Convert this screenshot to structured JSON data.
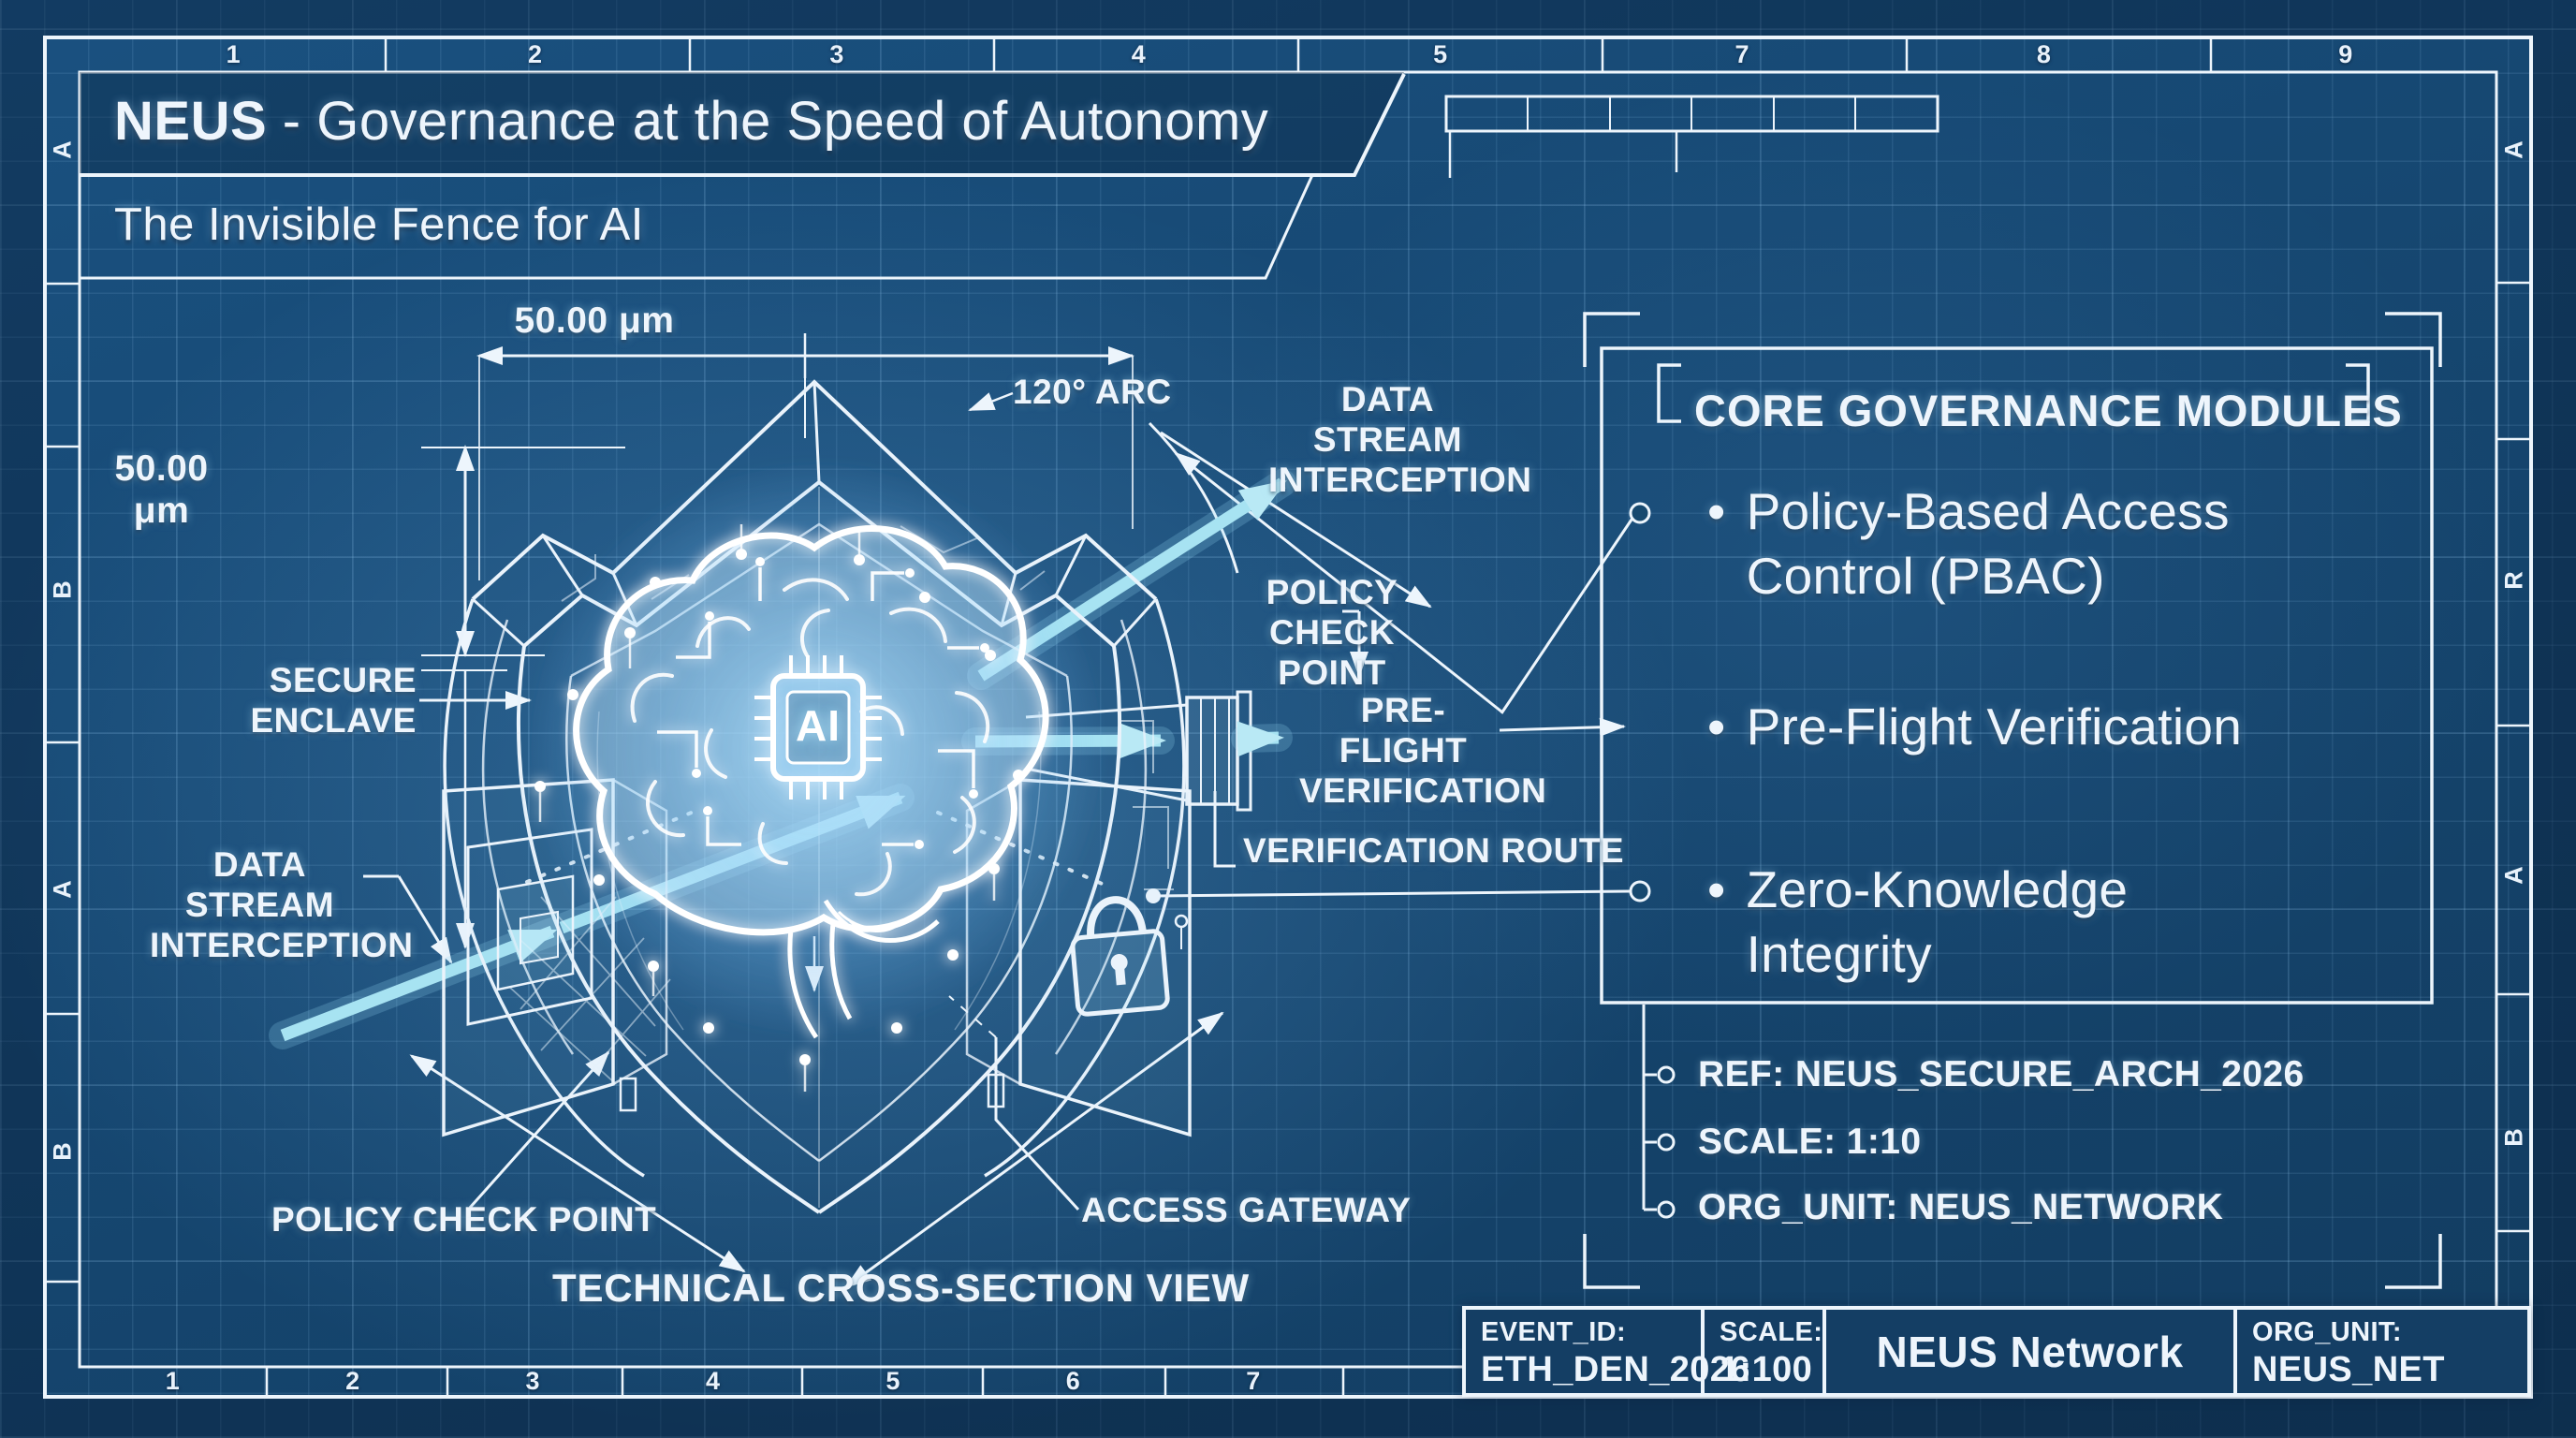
{
  "colors": {
    "background": "#15456e",
    "line": "#edf5fc",
    "cyan": "#a7e3f2",
    "grid": "#8cbede"
  },
  "header": {
    "brand": "NEUS",
    "title_rest": "- Governance at the Speed of Autonomy",
    "subtitle": "The Invisible Fence for AI"
  },
  "rulers": {
    "top": [
      "1",
      "2",
      "3",
      "4",
      "5",
      "7",
      "8",
      "9"
    ],
    "bottom": [
      "1",
      "2",
      "3",
      "4",
      "5",
      "6",
      "7"
    ],
    "left": [
      "A",
      "B",
      "A",
      "B"
    ],
    "right": [
      "A",
      "R",
      "A",
      "B"
    ]
  },
  "diagram": {
    "dim_width": "50.00 μm",
    "dim_height": "50.00 μm",
    "arc_label": "120° ARC",
    "ai_chip": "AI",
    "caption": "TECHNICAL CROSS-SECTION VIEW",
    "labels": {
      "data_stream_right": "DATA STREAM INTERCEPTION",
      "policy_check_right": "POLICY CHECK POINT",
      "pre_flight": "PRE-FLIGHT VERIFICATION",
      "verification_route": "VERIFICATION ROUTE",
      "secure_enclave": "SECURE ENCLAVE",
      "data_stream_left": "DATA STREAM INTERCEPTION",
      "policy_check_left": "POLICY CHECK POINT",
      "access_gateway": "ACCESS GATEWAY"
    }
  },
  "panel": {
    "heading": "CORE GOVERNANCE MODULES",
    "bullet": "•",
    "items": [
      "Policy-Based Access Control (PBAC)",
      "Pre-Flight Verification",
      "Zero-Knowledge Integrity"
    ],
    "meta": [
      "REF: NEUS_SECURE_ARCH_2026",
      "SCALE: 1:10",
      "ORG_UNIT: NEUS_NETWORK"
    ]
  },
  "title_block": {
    "event_label": "EVENT_ID:",
    "event_value": "ETH_DEN_2026",
    "scale_label": "SCALE:",
    "scale_value": "1:100",
    "org_name": "NEUS Network",
    "unit_label": "ORG_UNIT:",
    "unit_value": "NEUS_NET"
  }
}
